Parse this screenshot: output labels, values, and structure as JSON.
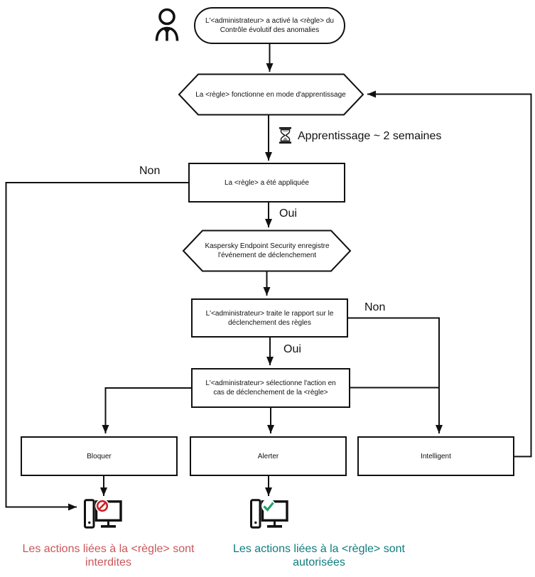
{
  "diagram": {
    "nodes": {
      "start": "L'<administrateur> a activé la <règle> du\nContrôle évolutif des anomalies",
      "learning_mode": "La <règle> fonctionne en mode d'apprentissage",
      "rule_applied": "La <règle> a été appliquée",
      "kes_registers": "Kaspersky Endpoint Security enregistre\nl'événement de déclenchement",
      "admin_processes_report": "L'<administrateur> traite le rapport sur le\ndéclenchement des règles",
      "admin_selects_action": "L'<administrateur> sélectionne l'action en\ncas de déclenchement de la <règle>",
      "action_block": "Bloquer",
      "action_alert": "Alerter",
      "action_smart": "Intelligent"
    },
    "edge_labels": {
      "learning_duration": "Apprentissage ~ 2 semaines",
      "rule_applied_no": "Non",
      "rule_applied_yes": "Oui",
      "report_no": "Non",
      "report_yes": "Oui"
    },
    "outcomes": {
      "blocked": "Les actions liées à la <règle> sont\ninterdites",
      "allowed": "Les actions liées à la <règle> sont\nautorisées"
    },
    "icons": {
      "admin": "person-icon",
      "learning": "hourglass-icon",
      "blocked": "computer-blocked-icon",
      "allowed": "computer-allowed-icon"
    },
    "colors": {
      "line": "#111111",
      "outcome_blocked_text": "#c9575a",
      "outcome_allowed_text": "#0f7d7d",
      "deny_badge": "#cc2227",
      "check_badge": "#26a269"
    }
  }
}
